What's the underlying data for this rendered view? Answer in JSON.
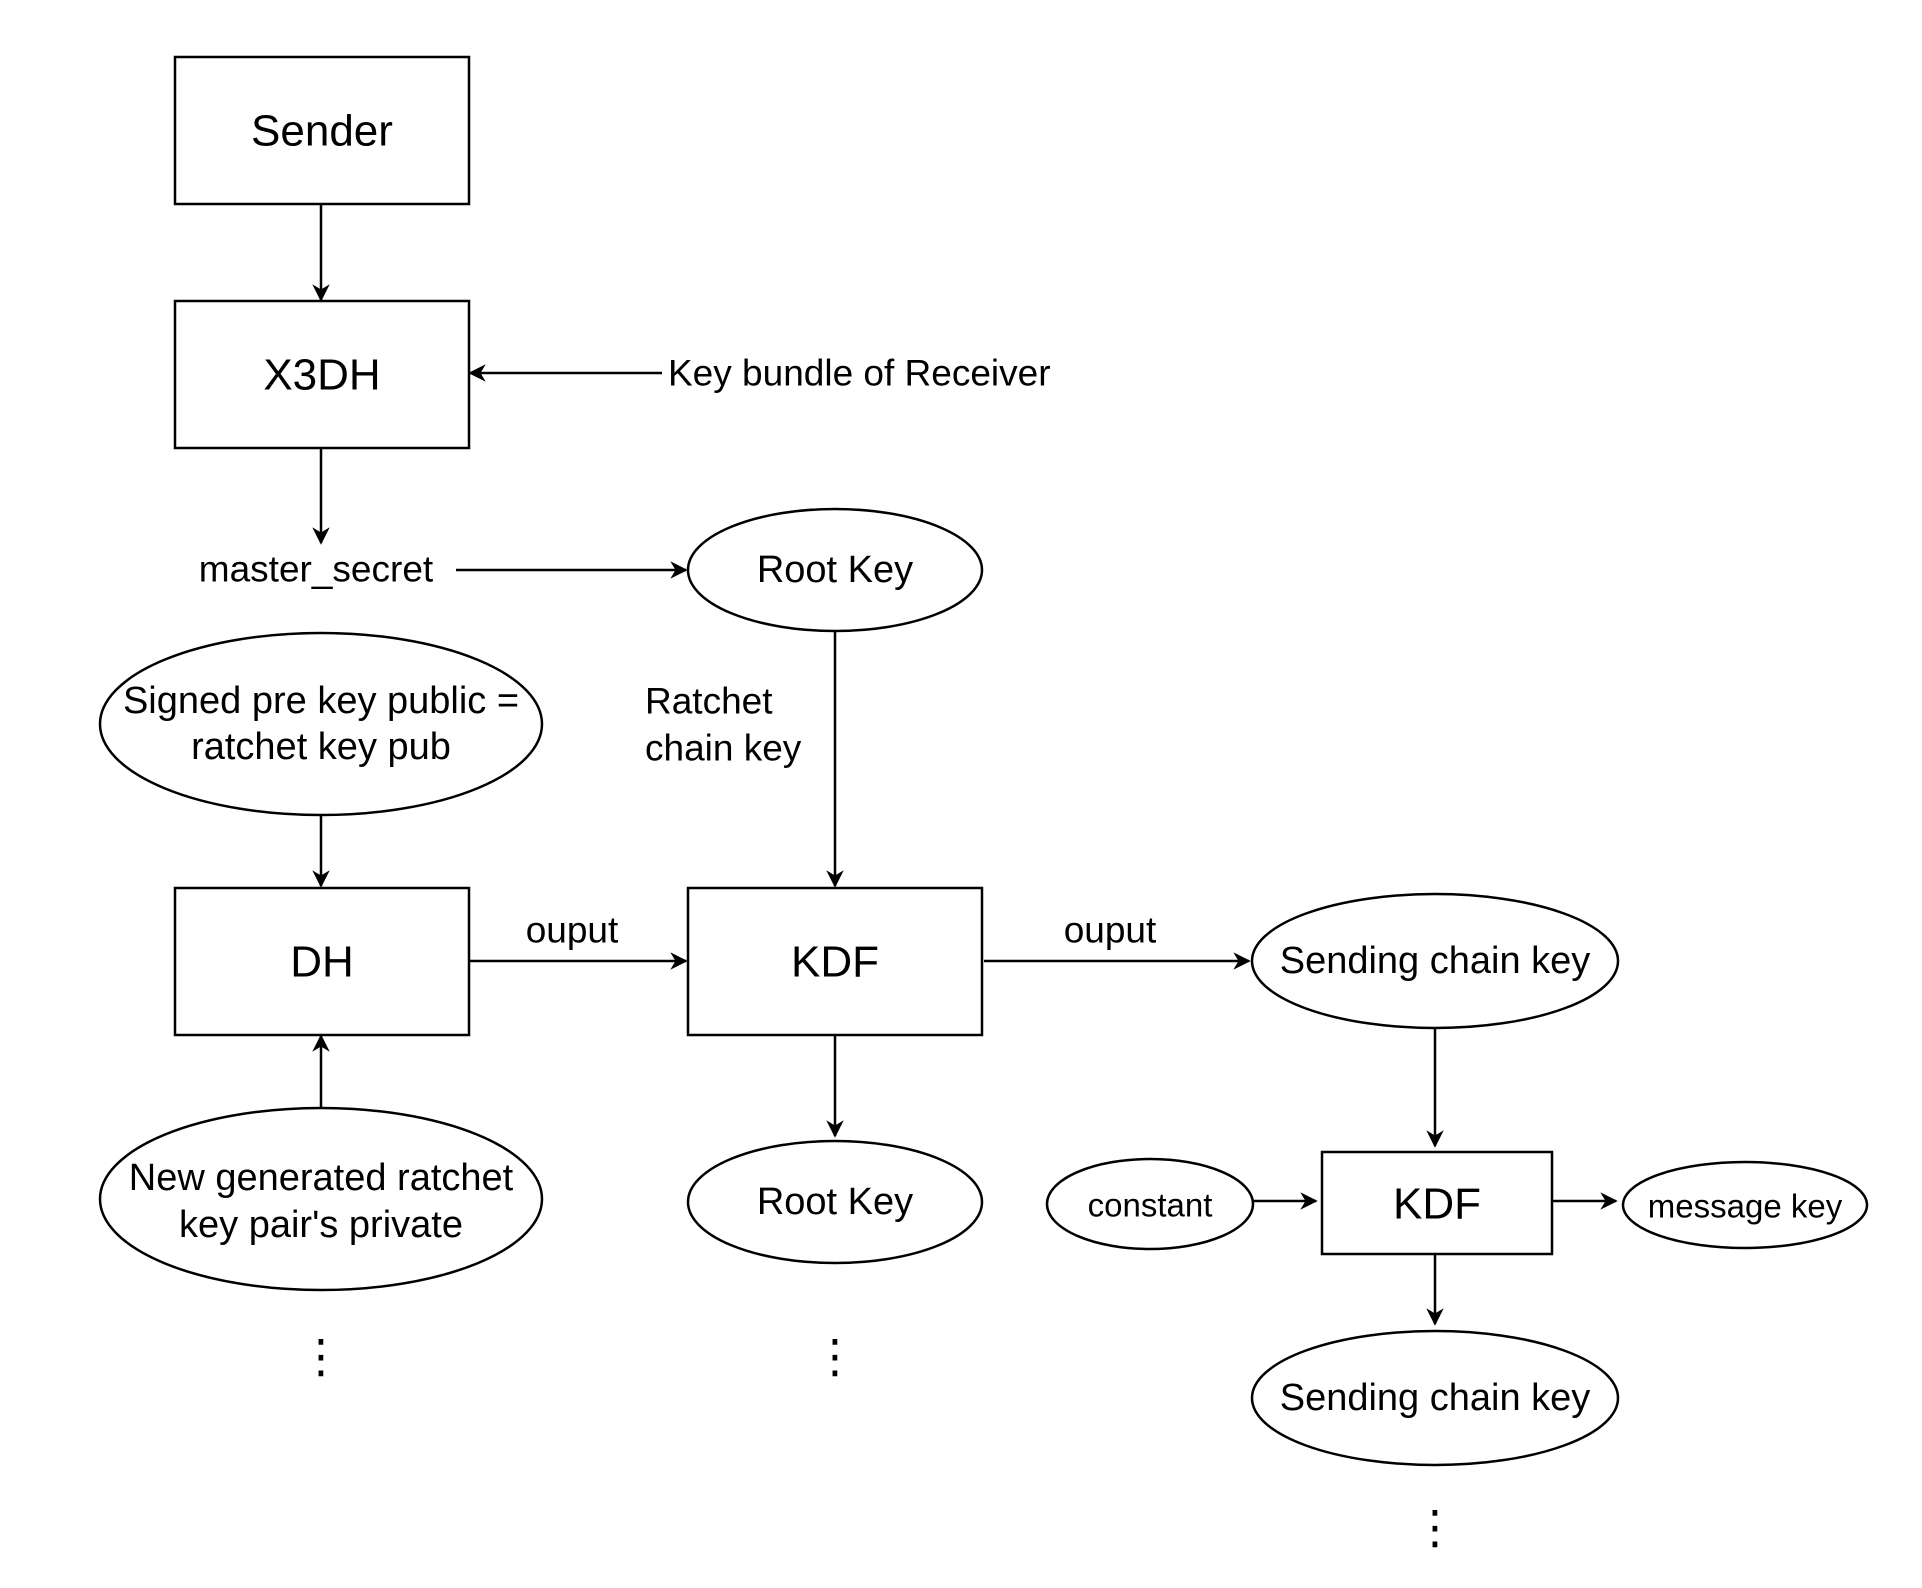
{
  "nodes": {
    "sender": "Sender",
    "x3dh": "X3DH",
    "key_bundle": "Key bundle of Receiver",
    "master_secret": "master_secret",
    "root_key_1": "Root Key",
    "signed_pre_key": [
      "Signed pre key public =",
      "ratchet key pub"
    ],
    "ratchet_chain_key": [
      "Ratchet",
      "chain key"
    ],
    "dh": "DH",
    "kdf_1": "KDF",
    "sending_chain_key_1": "Sending chain key",
    "new_ratchet_key": [
      "New generated ratchet",
      "key pair's private"
    ],
    "root_key_2": "Root Key",
    "constant": "constant",
    "kdf_2": "KDF",
    "message_key": "message key",
    "sending_chain_key_2": "Sending chain key"
  },
  "edge_labels": {
    "dh_to_kdf": "ouput",
    "kdf_to_sending": "ouput"
  },
  "continuation": "⋮"
}
